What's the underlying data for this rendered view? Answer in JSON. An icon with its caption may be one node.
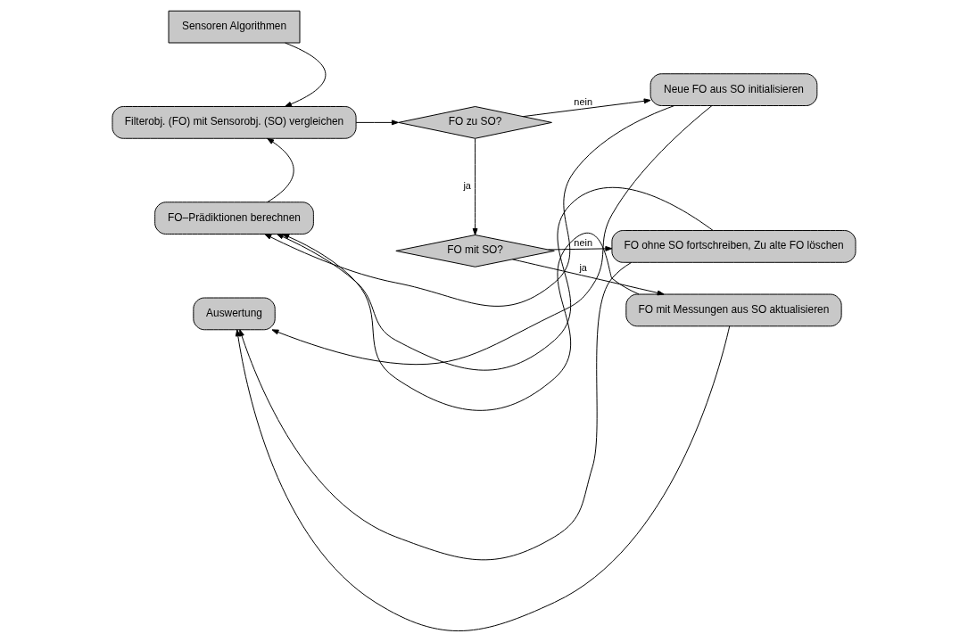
{
  "diagram": {
    "nodes": [
      {
        "text": [
          "Sensoren Algorithmen"
        ]
      },
      {
        "text": [
          "Filterobj. (FO) mit Sensorobj. (SO) vergleichen"
        ]
      },
      {
        "text": [
          "FO zu SO?"
        ]
      },
      {
        "text": [
          "Neue FO aus SO initialisieren"
        ]
      },
      {
        "text": [
          "FO mit SO?"
        ]
      },
      {
        "text": [
          "FO ohne SO fortschreiben, Zu alte FO löschen"
        ]
      },
      {
        "text": [
          "FO mit Messungen aus SO aktualisieren"
        ]
      },
      {
        "text": [
          "FO–Prädiktionen berechnen"
        ]
      },
      {
        "text": [
          "Auswertung"
        ]
      }
    ],
    "edges": [
      {
        "from": 0,
        "to": 1,
        "arrow": "to"
      },
      {
        "from": 1,
        "to": 2,
        "arrow": "to"
      },
      {
        "from": 2,
        "to": 3,
        "arrow": "to",
        "label": "nein"
      },
      {
        "from": 2,
        "to": 4,
        "arrow": "to",
        "label": "ja"
      },
      {
        "from": 4,
        "to": 5,
        "arrow": "to",
        "label": "nein"
      },
      {
        "from": 4,
        "to": 6,
        "arrow": "to",
        "label": "ja"
      },
      {
        "from": 3,
        "to": 7,
        "arrow": "to"
      },
      {
        "from": 5,
        "to": 7,
        "arrow": "to"
      },
      {
        "from": 6,
        "to": 7,
        "arrow": "to"
      },
      {
        "from": 3,
        "to": 8,
        "arrow": "to"
      },
      {
        "from": 5,
        "to": 8,
        "arrow": "to"
      },
      {
        "from": 6,
        "to": 8,
        "arrow": "to"
      },
      {
        "from": 7,
        "to": 1,
        "arrow": "to"
      }
    ]
  }
}
